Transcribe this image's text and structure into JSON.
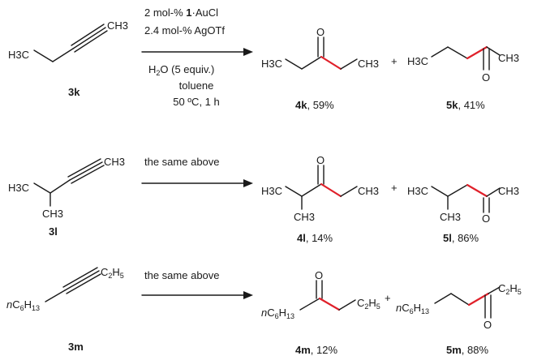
{
  "scheme": {
    "rows": [
      {
        "substrate": {
          "id": "3k",
          "left": "H3C",
          "right": "CH3"
        },
        "conditions": [
          "2 mol-% 1·AuCl",
          "2.4 mol-% AgOTf",
          "H2O (5 equiv.)",
          "toluene",
          "50 ºC, 1 h"
        ],
        "product_a": {
          "id": "4k",
          "yield": "59%",
          "left": "H3C",
          "right": "CH3",
          "carbonyl": "O"
        },
        "product_b": {
          "id": "5k",
          "yield": "41%",
          "left": "H3C",
          "right": "CH3",
          "carbonyl": "O"
        }
      },
      {
        "substrate": {
          "id": "3l",
          "left": "H3C",
          "right": "CH3",
          "branch": "CH3"
        },
        "conditions": [
          "the same above"
        ],
        "product_a": {
          "id": "4l",
          "yield": "14%",
          "left": "H3C",
          "right": "CH3",
          "branch": "CH3",
          "carbonyl": "O"
        },
        "product_b": {
          "id": "5l",
          "yield": "86%",
          "left": "H3C",
          "right": "CH3",
          "branch": "CH3",
          "carbonyl": "O"
        }
      },
      {
        "substrate": {
          "id": "3m",
          "left": "nC6H13",
          "right": "C2H5"
        },
        "conditions": [
          "the same above"
        ],
        "product_a": {
          "id": "4m",
          "yield": "12%",
          "left": "nC6H13",
          "right": "C2H5",
          "carbonyl": "O"
        },
        "product_b": {
          "id": "5m",
          "yield": "88%",
          "left": "nC6H13",
          "right": "C2H5",
          "carbonyl": "O"
        }
      }
    ],
    "plus": "+",
    "colors": {
      "new_bond": "#e0202a",
      "ink": "#1a1a1a"
    }
  }
}
